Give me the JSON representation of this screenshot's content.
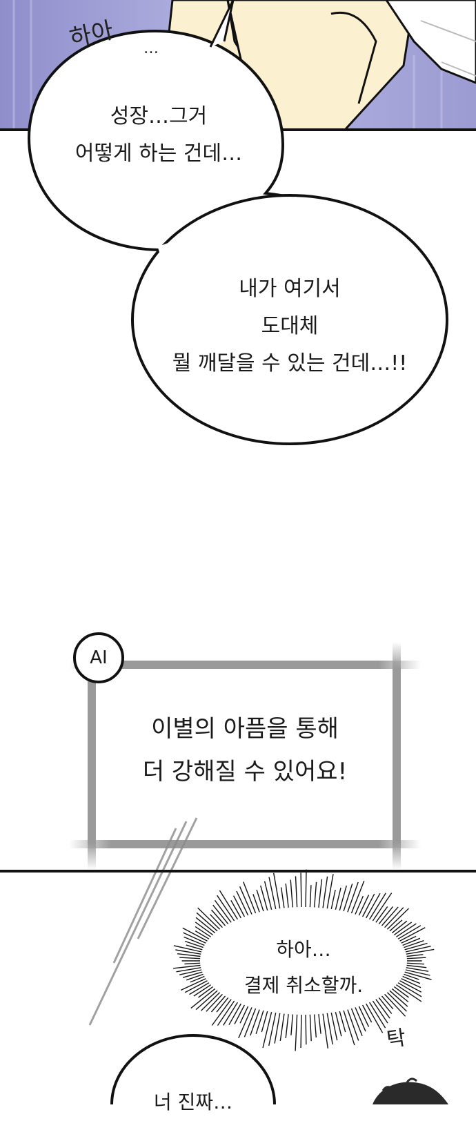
{
  "panel_top": {
    "sfx_sigh": "하아",
    "sfx_dots": "…",
    "bubble_1": {
      "line_1": "성장…그거",
      "line_2": "어떻게 하는 건데…"
    },
    "bubble_2": {
      "line_1": "내가 여기서",
      "line_2": "도대체",
      "line_3": "뭘 깨달을 수 있는 건데…!!"
    }
  },
  "ai_box": {
    "badge": "AI",
    "line_1": "이별의 아픔을 통해",
    "line_2": "더 강해질 수 있어요!"
  },
  "panel_bottom": {
    "burst": {
      "line_1": "하아…",
      "line_2": "결제 취소할까."
    },
    "sfx_tap": "탁",
    "bubble_3": {
      "line_1": "너 진짜…"
    }
  },
  "colors": {
    "lavender": "#a7a6d9",
    "skin": "#fbf0cf",
    "ink": "#111111",
    "frame_gray": "#9a9a9a"
  }
}
